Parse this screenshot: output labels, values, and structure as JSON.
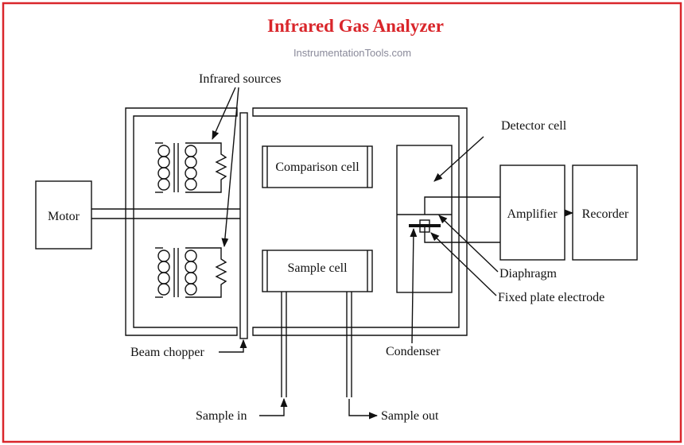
{
  "title": "Infrared Gas Analyzer",
  "watermark": "InstrumentationTools.com",
  "labels": {
    "infrared_sources": "Infrared sources",
    "motor": "Motor",
    "comparison_cell": "Comparison cell",
    "sample_cell": "Sample cell",
    "detector_cell": "Detector cell",
    "amplifier": "Amplifier",
    "recorder": "Recorder",
    "diaphragm": "Diaphragm",
    "fixed_plate_electrode": "Fixed plate electrode",
    "condenser": "Condenser",
    "beam_chopper": "Beam chopper",
    "sample_in": "Sample in",
    "sample_out": "Sample out"
  },
  "colors": {
    "accent": "#d9262b",
    "border": "#d9262b"
  }
}
